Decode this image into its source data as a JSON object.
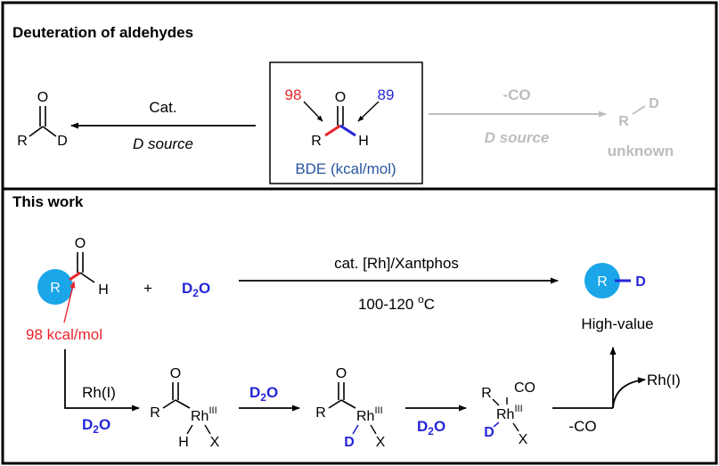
{
  "section1": {
    "title": "Deuteration of aldehydes",
    "known_route": {
      "catalyst": "Cat.",
      "d_source": "D source",
      "product_atoms": {
        "o": "O",
        "r": "R",
        "d": "D"
      }
    },
    "bde_box": {
      "value_left": "98",
      "value_right": "89",
      "atoms": {
        "o": "O",
        "r": "R",
        "h": "H"
      },
      "caption": "BDE (kcal/mol)"
    },
    "unknown_route": {
      "reagent": "-CO",
      "d_source": "D source",
      "product_atoms": {
        "r": "R",
        "d": "D"
      },
      "status": "unknown"
    }
  },
  "section2": {
    "title": "This work",
    "substrate": {
      "ring": "R",
      "o": "O",
      "h": "H",
      "bde_label": "98 kcal/mol"
    },
    "plus": "+",
    "d2o": {
      "d": "D",
      "sub": "2",
      "o": "O"
    },
    "conditions": {
      "catalyst": "cat. [Rh]/Xantphos",
      "temp_value": "100-120 ",
      "temp_degree": "o",
      "temp_unit": "C"
    },
    "product": {
      "ring": "R",
      "d": "D",
      "label": "High-value"
    },
    "mechanism": {
      "step1": {
        "reagent": "Rh(I)",
        "d2o": {
          "d": "D",
          "sub": "2",
          "o": "O"
        }
      },
      "int1": {
        "o": "O",
        "r": "R",
        "rh": "Rh",
        "ox": "III",
        "h": "H",
        "x": "X"
      },
      "step2": {
        "d2o": {
          "d": "D",
          "sub": "2",
          "o": "O"
        }
      },
      "int2": {
        "o": "O",
        "r": "R",
        "rh": "Rh",
        "ox": "III",
        "d": "D",
        "x": "X"
      },
      "step3": {
        "d2o": {
          "d": "D",
          "sub": "2",
          "o": "O"
        }
      },
      "int3": {
        "co": "CO",
        "r": "R",
        "rh": "Rh",
        "ox": "III",
        "d": "D",
        "x": "X"
      },
      "step4": {
        "loss": "-CO",
        "regen": "Rh(I)"
      }
    }
  },
  "colors": {
    "red": "#e8242a",
    "blue": "#2525d8",
    "gray": "#bdbdbd",
    "cyan": "#1aa6e8",
    "caption_blue": "#2a56a0"
  }
}
